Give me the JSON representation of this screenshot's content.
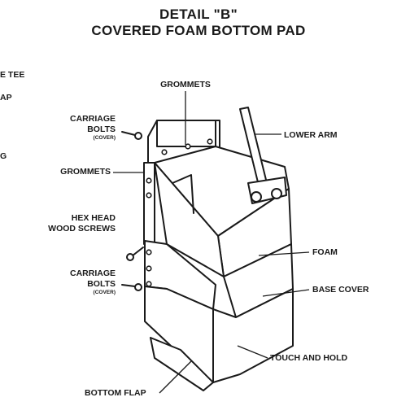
{
  "title": {
    "line1": "DETAIL \"B\"",
    "line2": "COVERED FOAM BOTTOM PAD"
  },
  "labels": {
    "tee_fragment": "E TEE",
    "ap_fragment": "AP",
    "g_fragment": "G",
    "grommets_top": "GROMMETS",
    "carriage_bolts_top": "CARRIAGE",
    "carriage_bolts_top_2": "BOLTS",
    "carriage_bolts_top_sub": "(COVER)",
    "lower_arm": "LOWER ARM",
    "grommets_left": "GROMMETS",
    "hex_head": "HEX HEAD",
    "hex_head_2": "WOOD SCREWS",
    "foam": "FOAM",
    "carriage_bolts_bottom": "CARRIAGE",
    "carriage_bolts_bottom_2": "BOLTS",
    "carriage_bolts_bottom_sub": "(COVER)",
    "base_cover": "BASE COVER",
    "touch_and_hold": "TOUCH AND HOLD",
    "bottom_flap": "BOTTOM FLAP"
  }
}
